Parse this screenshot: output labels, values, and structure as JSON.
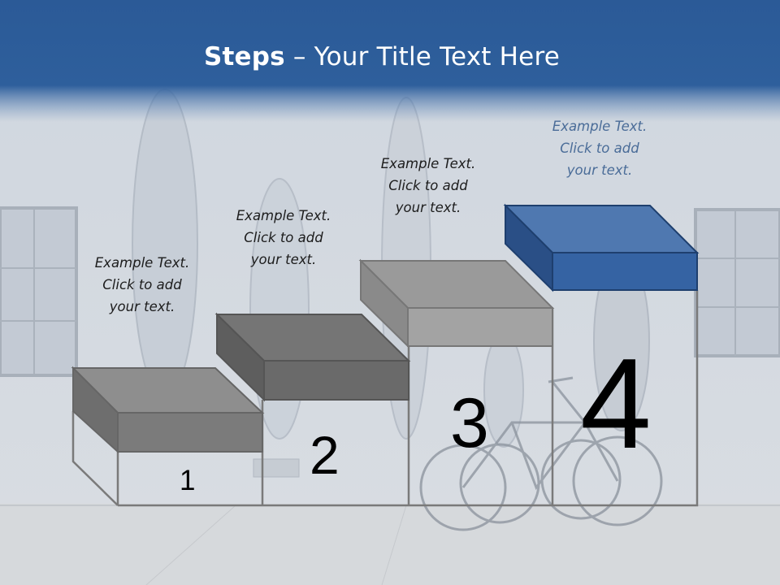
{
  "slide": {
    "title_bold": "Steps",
    "title_rest": " – Your Title Text Here",
    "steps": [
      {
        "number": "1",
        "caption": [
          "Example Text.",
          "Click  to add",
          "your text."
        ]
      },
      {
        "number": "2",
        "caption": [
          "Example Text.",
          "Click  to add",
          "your text."
        ]
      },
      {
        "number": "3",
        "caption": [
          "Example Text.",
          "Click  to add",
          "your text."
        ]
      },
      {
        "number": "4",
        "caption": [
          "Example Text.",
          "Click  to add",
          "your text."
        ]
      }
    ]
  },
  "icons": {
    "background_photo": "surfboards-bicycle-photo-icon"
  },
  "colors": {
    "header_blue": "#2e5d98",
    "highlight_step": "#3a64a0",
    "gray_step": "#8a8a8a",
    "caption_text": "#1c1c1c",
    "highlight_caption": "#4a6c98"
  }
}
